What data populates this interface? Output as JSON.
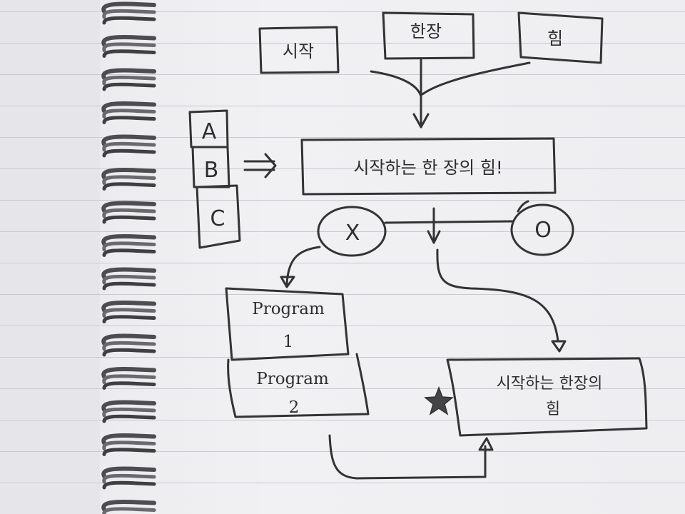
{
  "diagram": {
    "nodes": {
      "start": "시작",
      "one_chapter": "한장",
      "power": "힘",
      "option_a": "A",
      "option_b": "B",
      "option_c": "C",
      "main_box": "시작하는 한 장의 힘!",
      "no": "X",
      "yes": "O",
      "program1_line1": "Program",
      "program1_line2": "1",
      "program2_line1": "Program",
      "program2_line2": "2",
      "result_line1": "시작하는 한장의",
      "result_line2": "힘"
    },
    "decorations": {
      "star_icon": "star-icon",
      "arrow_icon": "double-arrow-icon"
    },
    "colors": {
      "ink": "#333333",
      "paper": "#efeff2",
      "ruled_line": "#c9cad0",
      "spiral": "#555555"
    }
  }
}
